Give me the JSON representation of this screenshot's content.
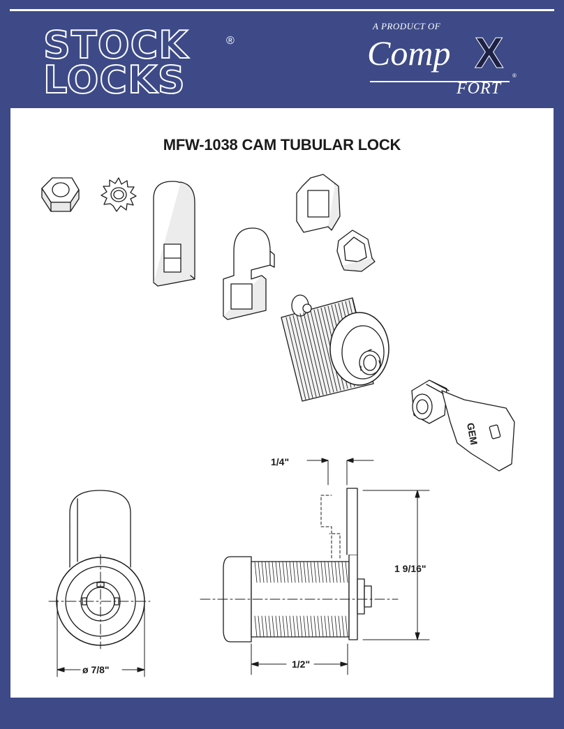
{
  "header": {
    "brand_line1": "STOCK",
    "brand_line2": "LOCKS",
    "registered": "®",
    "product_of": "A PRODUCT OF",
    "compx_text": "Comp",
    "compx_x": "X",
    "fort": "FORT"
  },
  "title": "MFW-1038 CAM TUBULAR LOCK",
  "key_marking": "GEM",
  "dimensions": {
    "cam_thickness": "1/4\"",
    "overall_height": "1 9/16\"",
    "diameter": "ø 7/8\"",
    "body_length": "1/2\""
  },
  "colors": {
    "border": "#3d4a87",
    "sheet": "#ffffff",
    "ink": "#1a1a1a"
  }
}
